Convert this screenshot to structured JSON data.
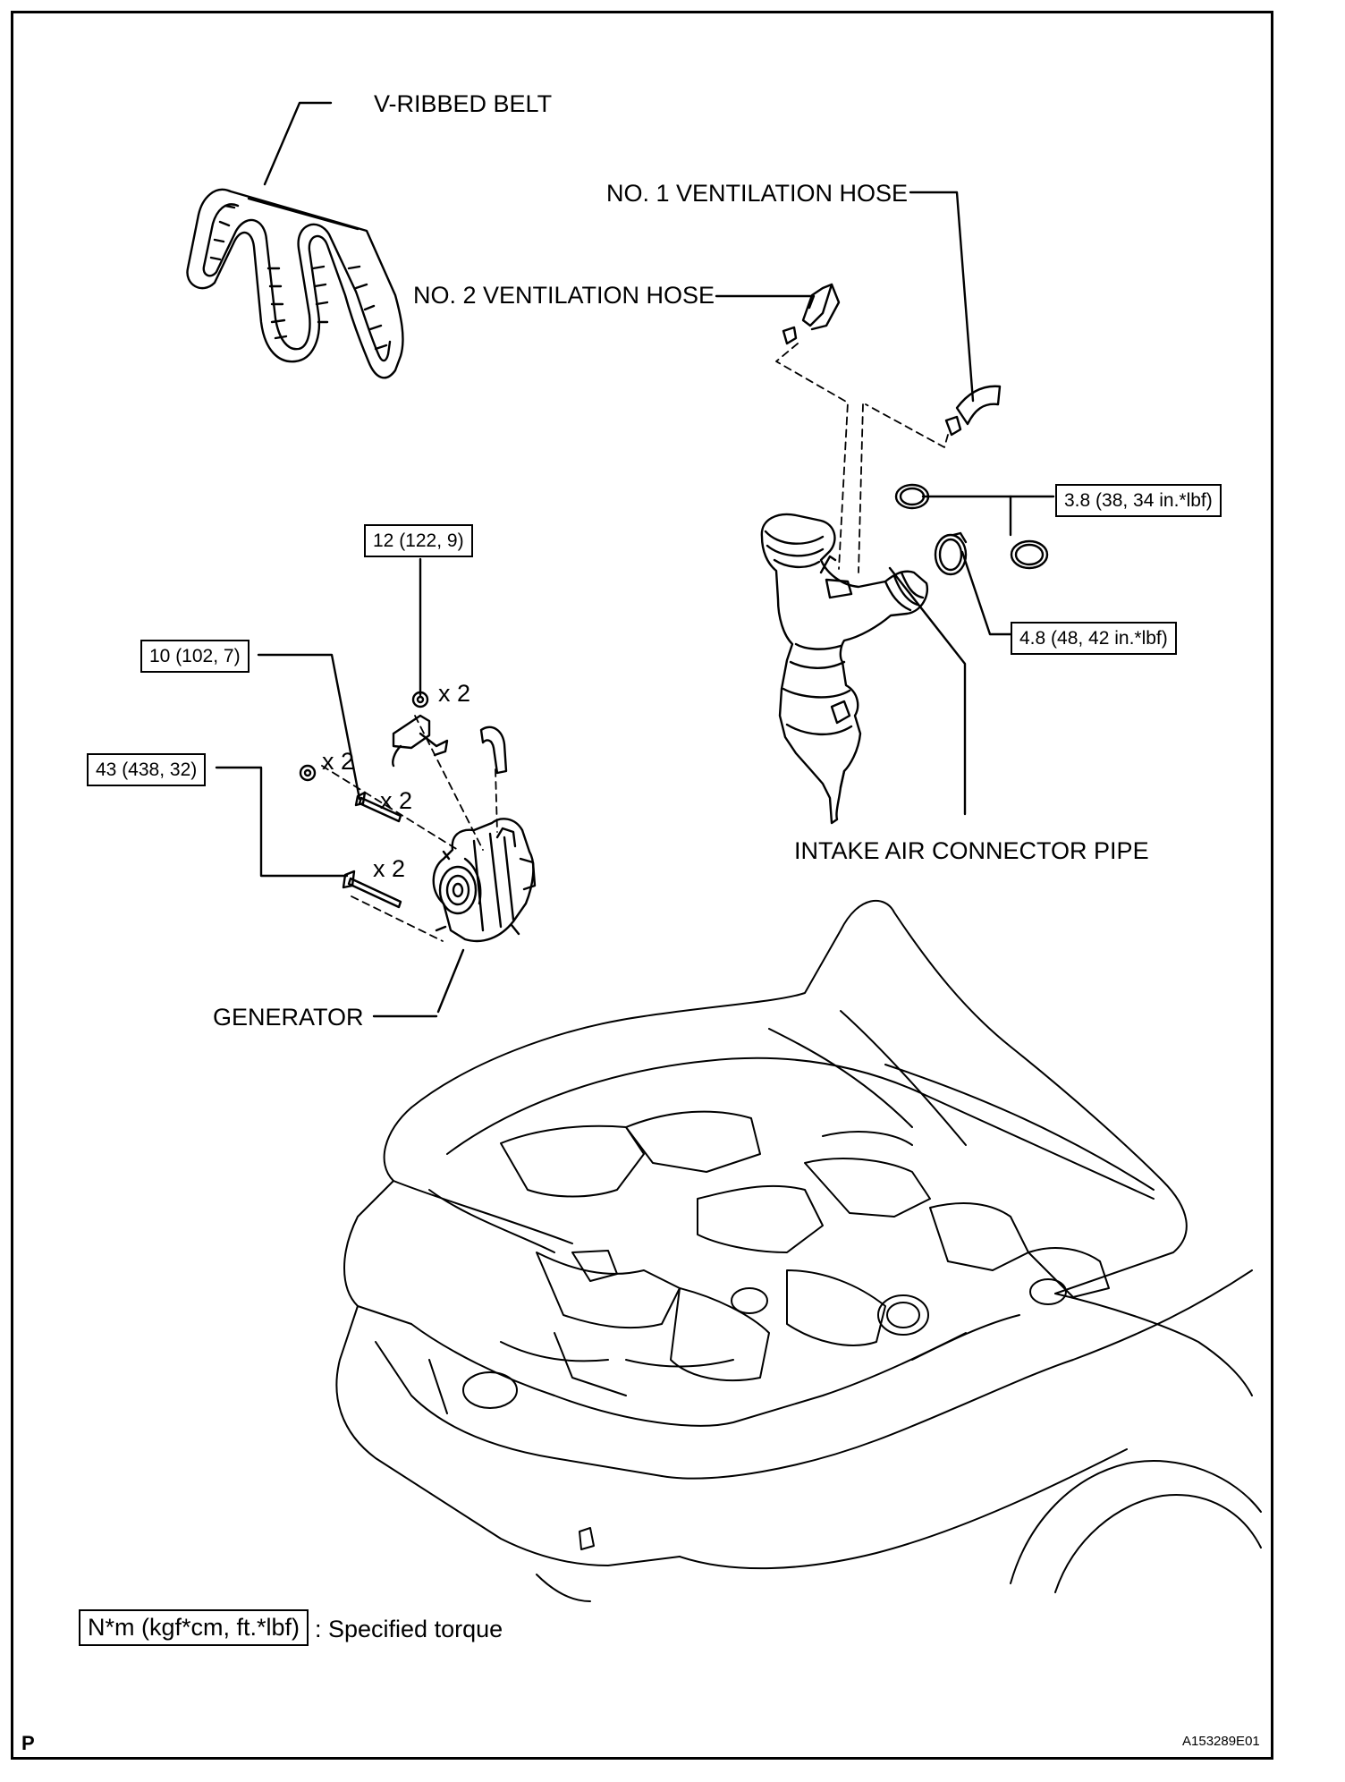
{
  "labels": {
    "v_ribbed_belt": "V-RIBBED BELT",
    "no1_ventilation_hose": "NO. 1 VENTILATION HOSE",
    "no2_ventilation_hose": "NO. 2 VENTILATION HOSE",
    "intake_air_connector_pipe": "INTAKE AIR CONNECTOR PIPE",
    "generator": "GENERATOR"
  },
  "torques": {
    "t12": "12 (122, 9)",
    "t10": "10 (102, 7)",
    "t43": "43 (438, 32)",
    "t38": "3.8 (38, 34 in.*lbf)",
    "t48": "4.8 (48, 42 in.*lbf)"
  },
  "quantities": {
    "q1": "x 2",
    "q2": "x 2",
    "q3": "x 2",
    "q4": "x 2"
  },
  "legend": {
    "unit": "N*m (kgf*cm, ft.*lbf)",
    "text": ": Specified torque"
  },
  "footer": {
    "section": "P",
    "code": "A153289E01"
  }
}
